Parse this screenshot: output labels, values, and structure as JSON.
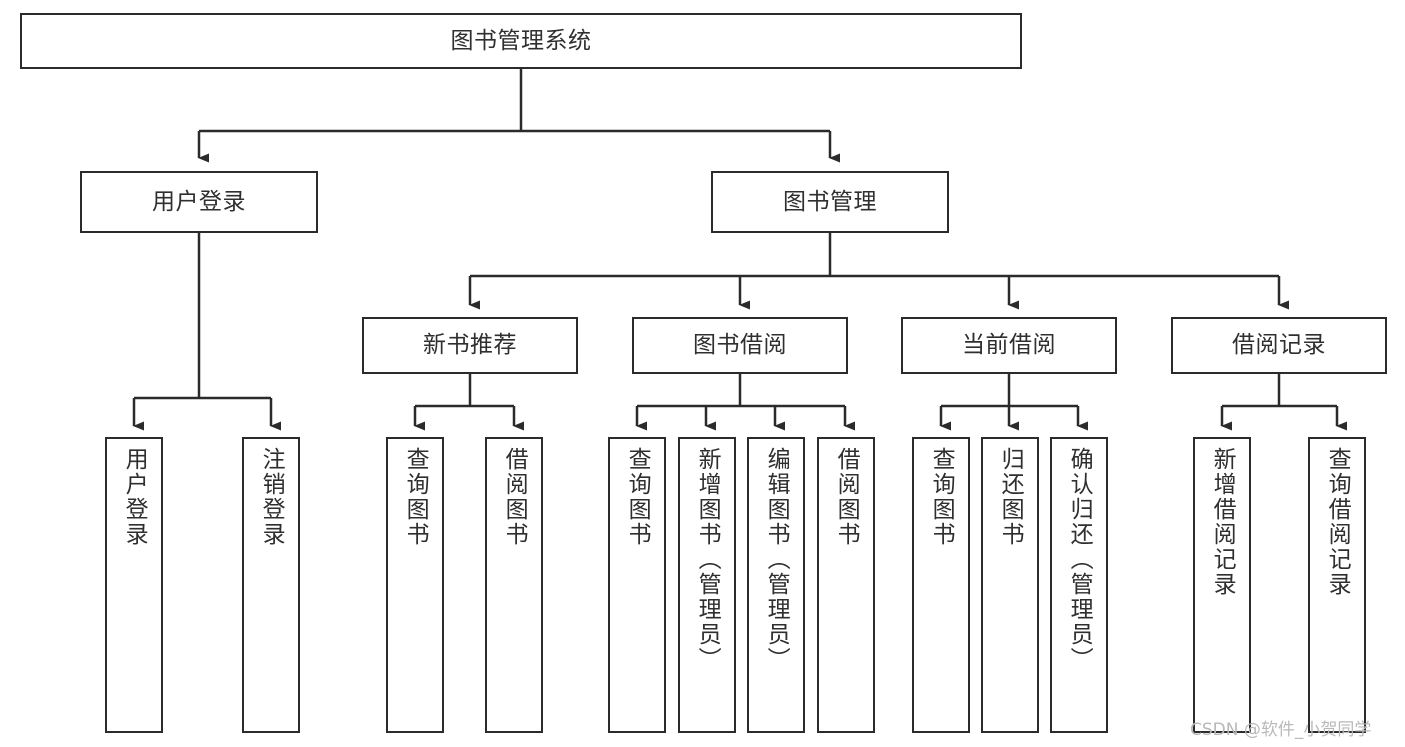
{
  "diagram": {
    "title": "图书管理系统",
    "type": "tree-hierarchy",
    "colors": {
      "box_border": "#2b2b2b",
      "box_fill": "#ffffff",
      "text": "#2f2f2f",
      "connector": "#2b2b2b",
      "watermark": "#b9b9b9",
      "background": "#ffffff"
    },
    "levels": {
      "root": {
        "label": "图书管理系统"
      },
      "level2": [
        {
          "id": "user-login",
          "label": "用户登录"
        },
        {
          "id": "book-management",
          "label": "图书管理"
        }
      ],
      "level3": [
        {
          "id": "new-book-recommend",
          "label": "新书推荐"
        },
        {
          "id": "book-borrow",
          "label": "图书借阅"
        },
        {
          "id": "current-borrow",
          "label": "当前借阅"
        },
        {
          "id": "borrow-record",
          "label": "借阅记录"
        }
      ],
      "leaves": [
        {
          "id": "leaf-user-login",
          "label": "用户登录",
          "parent": "user-login"
        },
        {
          "id": "leaf-logout",
          "label": "注销登录",
          "parent": "user-login"
        },
        {
          "id": "leaf-query-book-1",
          "label": "查询图书",
          "parent": "new-book-recommend"
        },
        {
          "id": "leaf-borrow-book-1",
          "label": "借阅图书",
          "parent": "new-book-recommend"
        },
        {
          "id": "leaf-query-book-2",
          "label": "查询图书",
          "parent": "book-borrow"
        },
        {
          "id": "leaf-add-book",
          "label": "新增图书（管理员）",
          "parent": "book-borrow"
        },
        {
          "id": "leaf-edit-book",
          "label": "编辑图书（管理员）",
          "parent": "book-borrow"
        },
        {
          "id": "leaf-borrow-book-2",
          "label": "借阅图书",
          "parent": "book-borrow"
        },
        {
          "id": "leaf-query-book-3",
          "label": "查询图书",
          "parent": "current-borrow"
        },
        {
          "id": "leaf-return-book",
          "label": "归还图书",
          "parent": "current-borrow"
        },
        {
          "id": "leaf-confirm-return",
          "label": "确认归还（管理员）",
          "parent": "current-borrow"
        },
        {
          "id": "leaf-add-record",
          "label": "新增借阅记录",
          "parent": "borrow-record"
        },
        {
          "id": "leaf-query-record",
          "label": "查询借阅记录",
          "parent": "borrow-record"
        }
      ]
    },
    "watermark": "CSDN @软件_小贺同学"
  }
}
